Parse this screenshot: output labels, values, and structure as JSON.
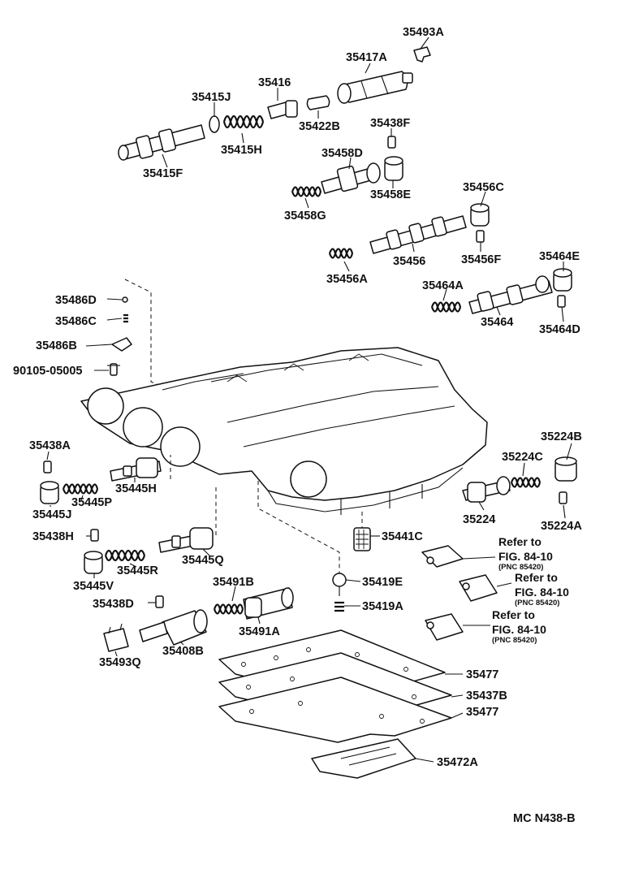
{
  "diagram_code": "MC N438-B",
  "labels": {
    "p35493A": "35493A",
    "p35417A": "35417A",
    "p35416": "35416",
    "p35415J": "35415J",
    "p35422B": "35422B",
    "p35438F": "35438F",
    "p35415H": "35415H",
    "p35415F": "35415F",
    "p35458D": "35458D",
    "p35458E": "35458E",
    "p35458G": "35458G",
    "p35456C": "35456C",
    "p35456": "35456",
    "p35456F": "35456F",
    "p35456A": "35456A",
    "p35464E": "35464E",
    "p35464A": "35464A",
    "p35464": "35464",
    "p35464D": "35464D",
    "p35486D": "35486D",
    "p35486C": "35486C",
    "p35486B": "35486B",
    "p90105": "90105-05005",
    "p35438A": "35438A",
    "p35445H": "35445H",
    "p35445P": "35445P",
    "p35445J": "35445J",
    "p35224B": "35224B",
    "p35224C": "35224C",
    "p35224": "35224",
    "p35224A": "35224A",
    "p35438H": "35438H",
    "p35445Q": "35445Q",
    "p35445R": "35445R",
    "p35445V": "35445V",
    "p35441C": "35441C",
    "p35491B": "35491B",
    "p35419E": "35419E",
    "p35438D": "35438D",
    "p35419A": "35419A",
    "p35491A": "35491A",
    "p35493Q": "35493Q",
    "p35408B": "35408B",
    "p35477a": "35477",
    "p35437B": "35437B",
    "p35477b": "35477",
    "p35472A": "35472A"
  },
  "references": [
    {
      "line1": "Refer to",
      "line2": "FIG. 84-10",
      "line3": "(PNC 85420)"
    },
    {
      "line1": "Refer to",
      "line2": "FIG. 84-10",
      "line3": "(PNC 85420)"
    },
    {
      "line1": "Refer to",
      "line2": "FIG. 84-10",
      "line3": "(PNC 85420)"
    }
  ]
}
